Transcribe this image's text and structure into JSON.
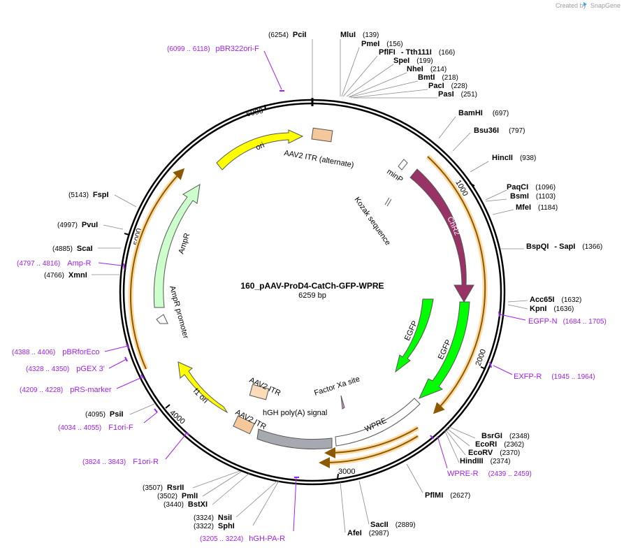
{
  "credit": {
    "created_by": "Created by",
    "app": "SnapGene"
  },
  "plasmid": {
    "name": "160_pAAV-ProD4-CatCh-GFP-WPRE",
    "size": "6259 bp",
    "length": 6259
  },
  "ticks": [
    "1000",
    "2000",
    "3000",
    "4000",
    "5000",
    "6000"
  ],
  "sites": [
    {
      "name": "PciI",
      "pos": "(6254)"
    },
    {
      "name": "MluI",
      "pos": "(139)"
    },
    {
      "name": "PmeI",
      "pos": "(156)"
    },
    {
      "name": "PflFI",
      "pos": ""
    },
    {
      "name": "- Tth111I",
      "pos": "(166)"
    },
    {
      "name": "SpeI",
      "pos": "(199)"
    },
    {
      "name": "NheI",
      "pos": "(214)"
    },
    {
      "name": "BmtI",
      "pos": "(218)"
    },
    {
      "name": "PacI",
      "pos": "(228)"
    },
    {
      "name": "PasI",
      "pos": "(251)"
    },
    {
      "name": "BamHI",
      "pos": "(697)"
    },
    {
      "name": "Bsu36I",
      "pos": "(797)"
    },
    {
      "name": "HincII",
      "pos": "(938)"
    },
    {
      "name": "PaqCI",
      "pos": "(1096)"
    },
    {
      "name": "BsmI",
      "pos": "(1103)"
    },
    {
      "name": "MfeI",
      "pos": "(1184)"
    },
    {
      "name": "BspQI",
      "pos": ""
    },
    {
      "name": "- SapI",
      "pos": "(1366)"
    },
    {
      "name": "Acc65I",
      "pos": "(1632)"
    },
    {
      "name": "KpnI",
      "pos": "(1636)"
    },
    {
      "name": "BsrGI",
      "pos": "(2348)"
    },
    {
      "name": "EcoRI",
      "pos": "(2362)"
    },
    {
      "name": "EcoRV",
      "pos": "(2370)"
    },
    {
      "name": "HindIII",
      "pos": "(2374)"
    },
    {
      "name": "PflMI",
      "pos": "(2627)"
    },
    {
      "name": "SacII",
      "pos": "(2889)"
    },
    {
      "name": "AfeI",
      "pos": "(2987)"
    },
    {
      "name": "SphI",
      "pos": "(3322)"
    },
    {
      "name": "NsiI",
      "pos": "(3324)"
    },
    {
      "name": "BstXI",
      "pos": "(3440)"
    },
    {
      "name": "PmlI",
      "pos": "(3502)"
    },
    {
      "name": "RsrII",
      "pos": "(3507)"
    },
    {
      "name": "PsiI",
      "pos": "(4095)"
    },
    {
      "name": "XmnI",
      "pos": "(4766)"
    },
    {
      "name": "ScaI",
      "pos": "(4885)"
    },
    {
      "name": "PvuI",
      "pos": "(4997)"
    },
    {
      "name": "FspI",
      "pos": "(5143)"
    }
  ],
  "primers": [
    {
      "range": "(6099 .. 6118)",
      "name": "pBR322ori-F"
    },
    {
      "range": "(1684 .. 1705)",
      "name": "EGFP-N"
    },
    {
      "range": "(1945 .. 1964)",
      "name": "EXFP-R"
    },
    {
      "range": "(2439 .. 2459)",
      "name": "WPRE-R"
    },
    {
      "range": "(3205 .. 3224)",
      "name": "hGH-PA-R"
    },
    {
      "range": "(3824 .. 3843)",
      "name": "F1ori-R"
    },
    {
      "range": "(4034 .. 4055)",
      "name": "F1ori-F"
    },
    {
      "range": "(4209 .. 4228)",
      "name": "pRS-marker"
    },
    {
      "range": "(4328 .. 4350)",
      "name": "pGEX 3'"
    },
    {
      "range": "(4388 .. 4406)",
      "name": "pBRforEco"
    },
    {
      "range": "(4797 .. 4816)",
      "name": "Amp-R"
    }
  ],
  "features": [
    {
      "name": "AAV2 ITR (alternate)",
      "color": "#f4c89a"
    },
    {
      "name": "ori",
      "color": "#ffff00"
    },
    {
      "name": "minP",
      "color": "#ffffff"
    },
    {
      "name": "Kozak sequence",
      "color": "#ffffff"
    },
    {
      "name": "ChR2",
      "color": "#993366"
    },
    {
      "name": "EGFP",
      "color": "#00ff00"
    },
    {
      "name": "EGFP",
      "color": "#00ff00"
    },
    {
      "name": "Factor Xa site",
      "color": "#cc99cc"
    },
    {
      "name": "WPRE",
      "color": "#ffffff"
    },
    {
      "name": "hGH poly(A) signal",
      "color": "#a6aab0"
    },
    {
      "name": "AAV2 ITR",
      "color": "#fcdcb8"
    },
    {
      "name": "AAV2 ITR",
      "color": "#f4c89a"
    },
    {
      "name": "f1 ori",
      "color": "#ffff00"
    },
    {
      "name": "AmpR promoter",
      "color": "#ffffff"
    },
    {
      "name": "AmpR",
      "color": "#ccffcc"
    }
  ],
  "colors": {
    "primer": "#a020f0",
    "orf": "#b8860b",
    "orf_glow": "#ffd9a0"
  }
}
